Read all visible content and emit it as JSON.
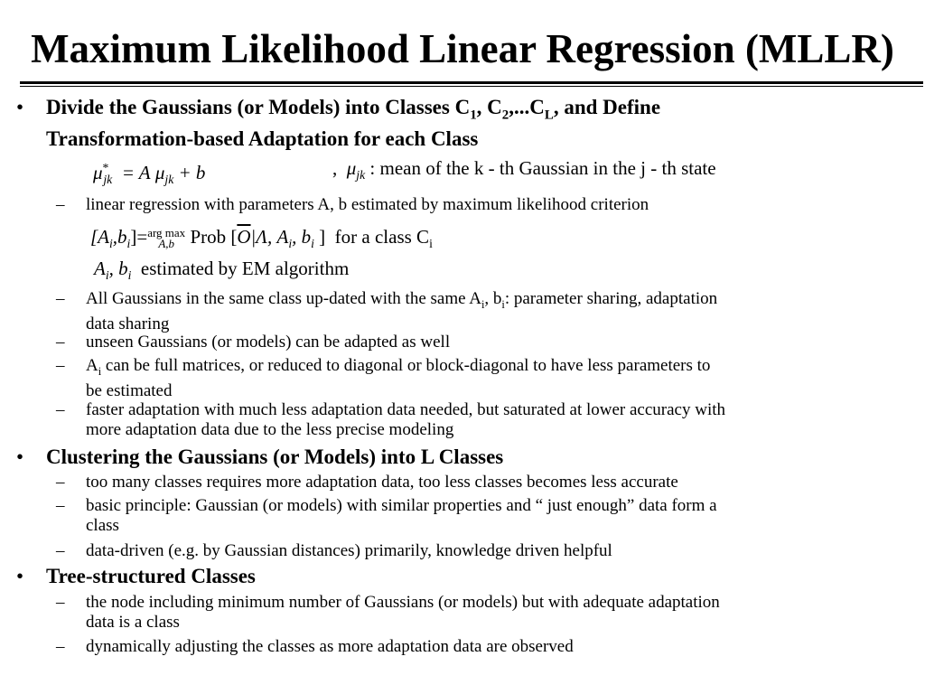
{
  "title": "Maximum Likelihood Linear Regression (MLLR)",
  "bullet_glyph": "•",
  "dash_glyph": "–",
  "b1": {
    "line1_pre": "Divide the Gaussians (or Models) into Classes C",
    "sub1": "1",
    "sep1": ", C",
    "sub2": "2",
    "sep2": ",...C",
    "subL": "L",
    "line1_post": ", and Define",
    "line2": "Transformation-based Adaptation for each Class"
  },
  "eq1": {
    "mu": "μ",
    "star": "*",
    "jk": "jk",
    "eq": "= A",
    "plus_b": "+ b",
    "comma": ",",
    "desc": ": mean of  the  k - th Gaussian  in the   j - th  state"
  },
  "s1": "linear regression with parameters A, b estimated by maximum likelihood criterion",
  "eq2": {
    "lhs_open": "[A",
    "i": "i",
    "comma_b": ",b",
    "lhs_close": "]=",
    "argmax_top": "arg max",
    "argmax_bottom": "A,b",
    "prob": "Prob [",
    "O": "O",
    "given": "|Λ, A",
    "comma_b2": ", b",
    "close": "]",
    "for_class": "for a class C"
  },
  "eq3": {
    "A": "A",
    "i": "i",
    "comma_b": ", b",
    "text": "estimated  by EM algorithm"
  },
  "s2": {
    "pre": "All Gaussians in the same class up-dated with the same A",
    "sub_i": "i",
    "mid": ", b",
    "post": ": parameter sharing, adaptation",
    "line2": "data sharing"
  },
  "s3": "unseen Gaussians (or models) can be adapted as well",
  "s4": {
    "pre": "A",
    "sub_i": "i",
    "post": " can be full matrices, or reduced to diagonal or block-diagonal to have less parameters to",
    "line2": "be estimated"
  },
  "s5": {
    "line1": "faster adaptation with much less adaptation data needed, but saturated at lower accuracy with",
    "line2": "more adaptation data due to the less precise modeling"
  },
  "b2": "Clustering the Gaussians (or Models) into L Classes",
  "s6": "too many classes requires more adaptation data, too less classes becomes less accurate",
  "s7": {
    "line1": "basic principle: Gaussian (or models) with similar properties and “ just enough” data  form a",
    "line2": "class"
  },
  "s8": "data-driven (e.g. by Gaussian distances) primarily, knowledge driven helpful",
  "b3": "Tree-structured Classes",
  "s9": {
    "line1": "the node including minimum number of Gaussians (or models) but with adequate adaptation",
    "line2": "data is a class"
  },
  "s10": "dynamically adjusting the classes as more adaptation data are observed"
}
